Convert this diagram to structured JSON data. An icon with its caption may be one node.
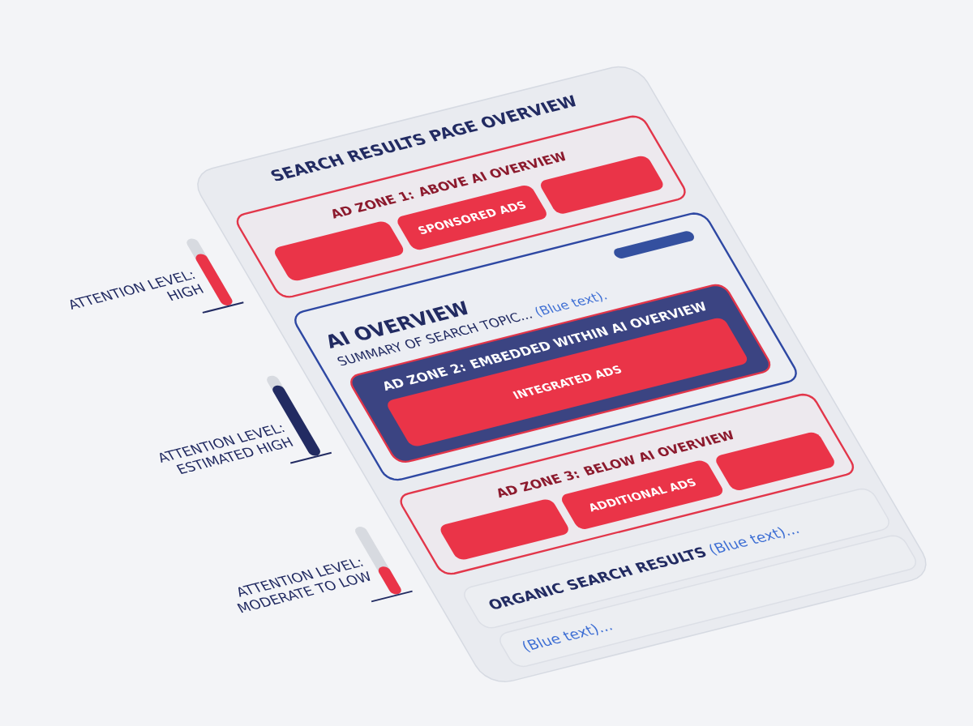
{
  "diagram": {
    "nodes": [
      {
        "text": [
          "SEARCH RESULTS PAGE OVERVIEW"
        ]
      },
      {
        "text": [
          "AD ZONE 1: ABOVE AI OVERVIEW"
        ],
        "in": 0
      },
      {
        "text": [],
        "shape": "box",
        "in": 1
      },
      {
        "text": [
          "SPONSORED ADS"
        ],
        "in": 1
      },
      {
        "text": [],
        "shape": "box",
        "in": 1
      },
      {
        "text": [
          "AI OVERVIEW",
          "SUMMARY OF SEARCH TOPIC...",
          "(Blue text)."
        ],
        "in": 0
      },
      {
        "text": [],
        "shape": "bar",
        "in": 5
      },
      {
        "text": [
          "AD ZONE 2: EMBEDDED WITHIN AI OVERVIEW"
        ],
        "in": 5
      },
      {
        "text": [
          "INTEGRATED ADS"
        ],
        "in": 7
      },
      {
        "text": [
          "AD ZONE 3: BELOW AI OVERVIEW"
        ],
        "in": 0
      },
      {
        "text": [],
        "shape": "box",
        "in": 9
      },
      {
        "text": [
          "ADDITIONAL ADS"
        ],
        "in": 9
      },
      {
        "text": [],
        "shape": "box",
        "in": 9
      },
      {
        "text": [
          "ORGANIC SEARCH RESULTS",
          "(Blue text)..."
        ],
        "in": 0
      },
      {
        "text": [
          "(Blue text)..."
        ],
        "in": 0
      }
    ],
    "labels": [
      "ATTENTION LEVEL: HIGH",
      "ATTENTION LEVEL: ESTIMATED HIGH",
      "ATTENTION LEVEL: MODERATE TO LOW"
    ]
  }
}
